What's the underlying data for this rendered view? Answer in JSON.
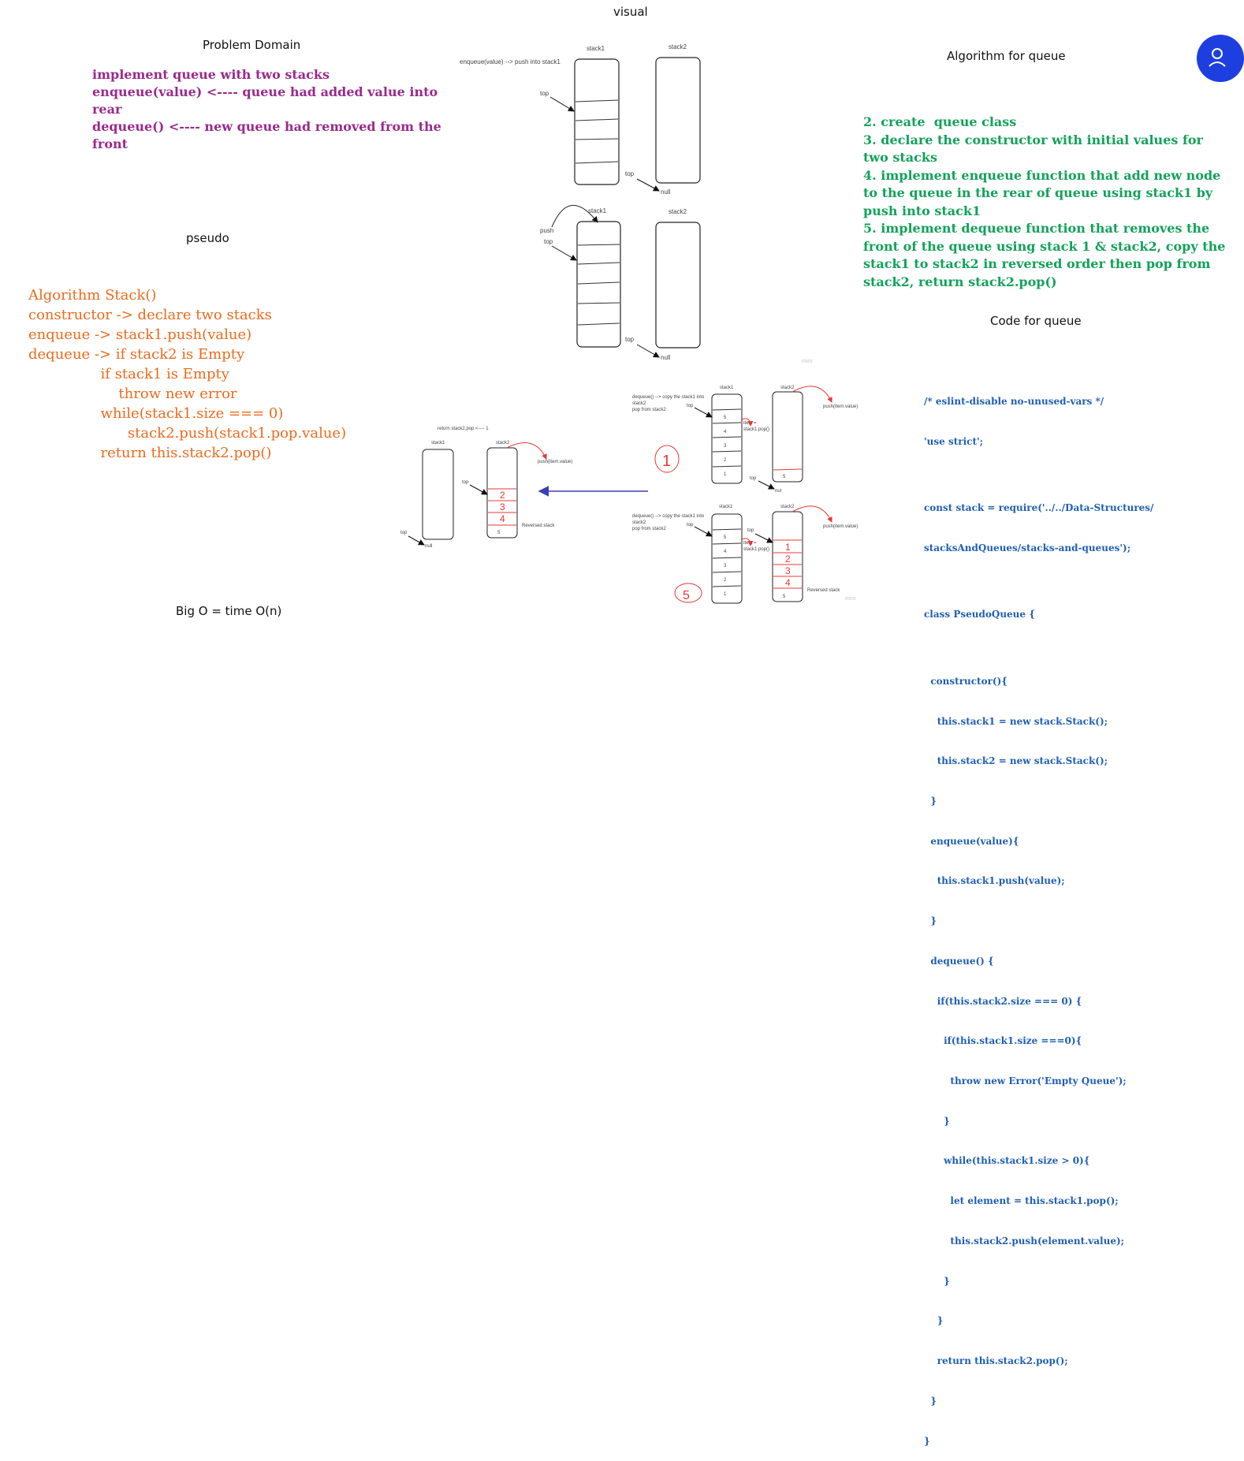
{
  "headings": {
    "visual": "visual",
    "problem_domain": "Problem Domain",
    "pseudo": "pseudo",
    "algorithm_for_queue": "Algorithm for queue",
    "code_for_queue": "Code for queue",
    "big_o": "Big O = time O(n)"
  },
  "problem_domain_lines": [
    "implement queue with two stacks",
    "enqueue(value) <---- queue had added value into",
    "rear",
    "dequeue() <---- new queue had removed from the",
    "front"
  ],
  "pseudo_lines": [
    "Algorithm Stack()",
    "",
    "constructor -> declare two stacks",
    "enqueue -> stack1.push(value)",
    "dequeue -> if stack2 is Empty",
    "                if stack1 is Empty",
    "                    throw new error",
    "                while(stack1.size === 0)",
    "                      stack2.push(stack1.pop.value)",
    "                return this.stack2.pop()"
  ],
  "algorithm_lines": [
    "2. create  queue class",
    "3. declare the constructor with initial values for",
    "two stacks",
    "4. implement enqueue function that add new node",
    "to the queue in the rear of queue using stack1 by",
    "push into stack1",
    "5. implement dequeue function that removes the",
    "front of the queue using stack 1 & stack2, copy the",
    "stack1 to stack2 in reversed order then pop from",
    "stack2, return stack2.pop()"
  ],
  "code_lines": [
    "/* eslint-disable no-unused-vars */",
    "'use strict';",
    "",
    "const stack = require('../../Data-Structures/",
    "stacksAndQueues/stacks-and-queues');",
    "",
    "class PseudoQueue {",
    "",
    "  constructor(){",
    "    this.stack1 = new stack.Stack();",
    "    this.stack2 = new stack.Stack();",
    "  }",
    "  enqueue(value){",
    "    this.stack1.push(value);",
    "  }",
    "  dequeue() {",
    "    if(this.stack2.size === 0) {",
    "      if(this.stack1.size ===0){",
    "        throw new Error('Empty Queue');",
    "      }",
    "      while(this.stack1.size > 0){",
    "        let element = this.stack1.pop();",
    "        this.stack2.push(element.value);",
    "      }",
    "    }",
    "    return this.stack2.pop();",
    "  }",
    "}"
  ],
  "diagram": {
    "stack1": "stack1",
    "stack2": "stack2",
    "top": "top",
    "null": "null",
    "nul": "nul",
    "push": "push",
    "enqueue_note": "enqueue(value) --> push into stack1",
    "dequeue_note_1": "dequeue() --> copy the stack1 into",
    "dequeue_note_2": "stack2",
    "dequeue_note_3": "pop from stack2",
    "return_note": "return stack2.pop <---- 1",
    "push_item": "push(item.value)",
    "reversed_stack": "Reversed stack",
    "item_1": "item =",
    "item_2": "stack1.pop()",
    "miro": "miro",
    "cells_desc": [
      "5",
      "4",
      "3",
      "2",
      "1"
    ],
    "cell_5": "5",
    "red_cells": [
      "1",
      "2",
      "3",
      "4"
    ],
    "red_cells_rev": [
      "2",
      "3",
      "4"
    ],
    "circled_1": "1",
    "circled_5": "5"
  },
  "colors": {
    "purple": "#9b2a8c",
    "orange": "#ec6a1c",
    "green": "#13a25a",
    "code_blue": "#1f5fb3",
    "arrow_blue": "#3b3fb8",
    "red": "#e53935",
    "avatar": "#1d3fe0"
  }
}
